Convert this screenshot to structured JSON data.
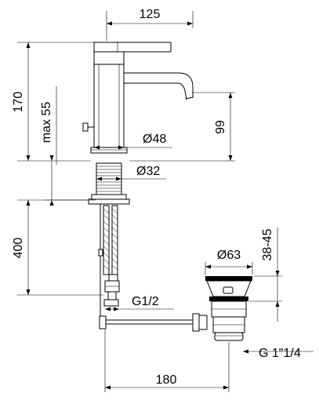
{
  "dimensions": {
    "overall_length": "125",
    "body_height": "170",
    "max_deck": "max 55",
    "spout_height": "99",
    "body_diameter": "Ø48",
    "shank_diameter": "Ø32",
    "hose_length": "400",
    "waste_diameter": "Ø63",
    "waste_range": "38-45",
    "hose_thread": "G1/2",
    "waste_thread": "G 1\"1/4",
    "waste_offset": "180"
  }
}
